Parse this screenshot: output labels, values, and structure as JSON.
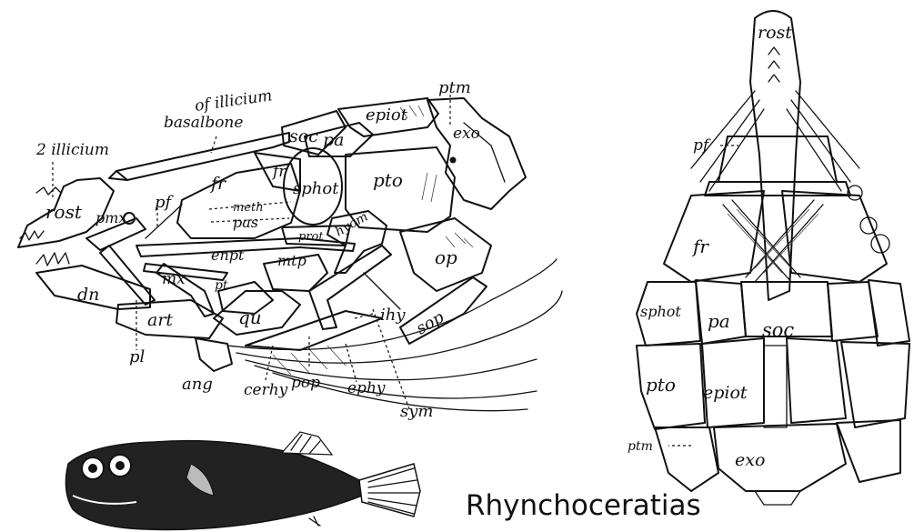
{
  "figure": {
    "caption": "Rhynchoceratias",
    "lateral_view": {
      "labels": {
        "illicium": "2 illicium",
        "basal_bone_1": "basalbone",
        "basal_bone_2": "of illicium",
        "rost": "rost",
        "pmx": "pmx",
        "pf": "pf",
        "fr1": "fr",
        "fr2": "fr",
        "soc": "soc",
        "pa": "pa",
        "epiot": "epiot",
        "ptm": "ptm",
        "exo": "exo",
        "sphot": "sphot",
        "pto": "pto",
        "meth": "meth",
        "pas": "pas",
        "prot": "prot",
        "hyom": "hyom",
        "enpt": "enpt",
        "mtp": "mtp",
        "op": "op",
        "mx": "mx",
        "pt": "pt",
        "ihy": "ihy",
        "dn": "dn",
        "art": "art",
        "qu": "qu",
        "sop": "sop",
        "pl": "pl",
        "ang": "ang",
        "cerhy": "cerhy",
        "pop": "pop",
        "ephy": "ephy",
        "sym": "sym"
      }
    },
    "dorsal_view": {
      "labels": {
        "rost": "rost",
        "pf": "pf",
        "fr": "fr",
        "sphot": "sphot",
        "pa": "pa",
        "soc": "soc",
        "pto": "pto",
        "epiot": "epiot",
        "ptm": "ptm",
        "exo": "exo"
      }
    }
  }
}
